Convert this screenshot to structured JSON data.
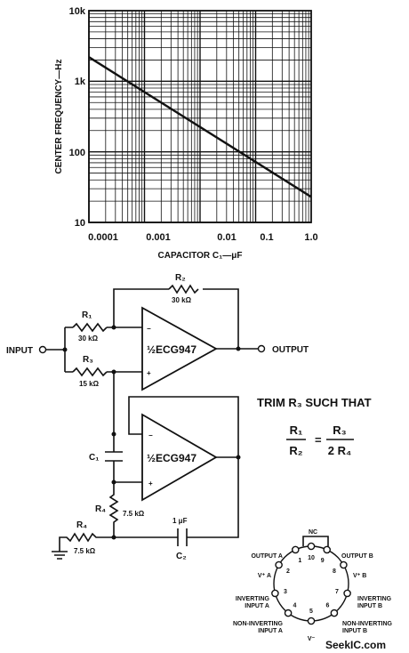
{
  "chart_data": {
    "type": "line",
    "xscale": "log",
    "yscale": "log",
    "xlim": [
      0.0001,
      1.0
    ],
    "ylim": [
      10,
      10000
    ],
    "xticks": [
      "0.0001",
      "0.001",
      "0.01",
      "0.1",
      "1.0"
    ],
    "yticks": [
      "10k",
      "1k",
      "100",
      "10"
    ],
    "xlabel": "CAPACITOR C₁—μF",
    "ylabel": "CENTER FREQUENCY—Hz",
    "grid": true,
    "series": [
      {
        "x": [
          0.0001,
          1.0
        ],
        "y": [
          2200,
          23
        ]
      }
    ]
  },
  "schematic": {
    "input_label": "INPUT",
    "output_label": "OUTPUT",
    "opamp_top": "½ECG947",
    "opamp_bottom": "½ECG947",
    "r1_name": "R₁",
    "r1_value": "30 kΩ",
    "r2_name": "R₂",
    "r2_value": "30 kΩ",
    "r3_name": "R₃",
    "r3_value": "15 kΩ",
    "r4a_name": "R₄",
    "r4a_value": "7.5 kΩ",
    "r4b_name": "R₄",
    "r4b_value": "7.5 kΩ",
    "c1_name": "C₁",
    "c2_name": "C₂",
    "c2_value": "1 μF",
    "minus": "−",
    "plus": "+"
  },
  "trim": {
    "title": "TRIM R₃ SUCH THAT",
    "num_left": "R₁",
    "den_left": "R₂",
    "equals": "=",
    "num_right": "R₃",
    "den_right": "2 R₄"
  },
  "pinout": {
    "nc": "NC",
    "pins": [
      {
        "num": "1",
        "label": "OUTPUT A"
      },
      {
        "num": "2",
        "label": "V⁺ A"
      },
      {
        "num": "3",
        "label": "INVERTING INPUT A"
      },
      {
        "num": "4",
        "label": "NON-INVERTING INPUT A"
      },
      {
        "num": "5",
        "label": "V⁻"
      },
      {
        "num": "6",
        "label": "NON-INVERTING INPUT B"
      },
      {
        "num": "7",
        "label": "INVERTING INPUT B"
      },
      {
        "num": "8",
        "label": "V⁺ B"
      },
      {
        "num": "9",
        "label": "OUTPUT B"
      },
      {
        "num": "10",
        "label": ""
      }
    ]
  },
  "watermark": "SeekIC.com"
}
